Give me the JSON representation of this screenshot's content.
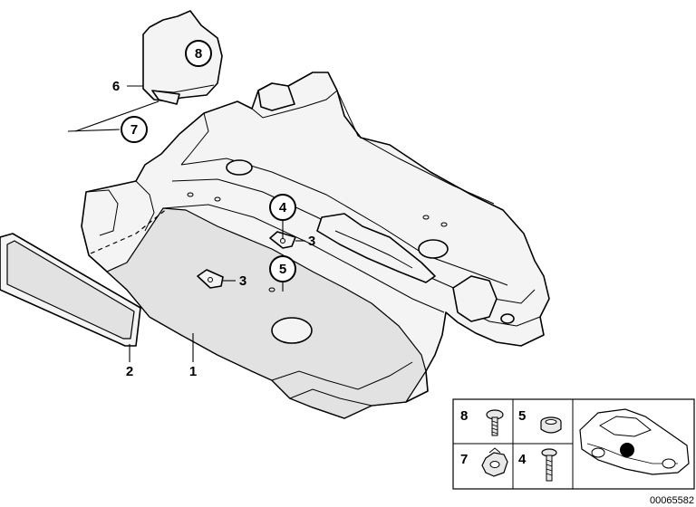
{
  "callouts": {
    "c1": "1",
    "c2": "2",
    "c3a": "3",
    "c3b": "3",
    "c4": "4",
    "c5": "5",
    "c6": "6",
    "c7": "7",
    "c8": "8"
  },
  "legend": {
    "l8": "8",
    "l5": "5",
    "l7": "7",
    "l4": "4"
  },
  "doc_number": "00065582"
}
